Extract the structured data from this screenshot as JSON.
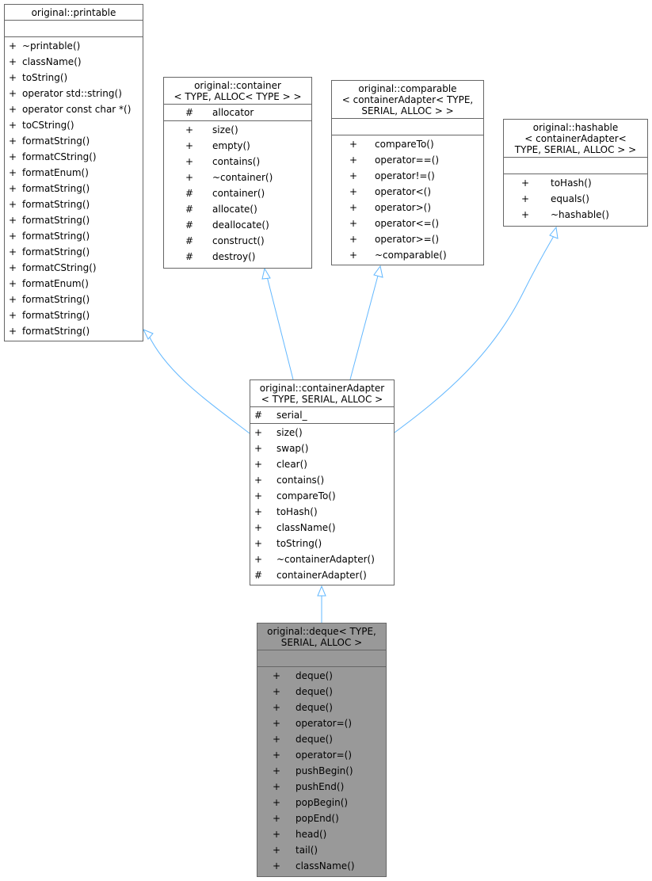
{
  "nodes": [
    {
      "id": "printable",
      "title": [
        "original::printable"
      ],
      "attributes": [],
      "methods": [
        [
          "+",
          "~printable()"
        ],
        [
          "+",
          "className()"
        ],
        [
          "+",
          "toString()"
        ],
        [
          "+",
          "operator std::string()"
        ],
        [
          "+",
          "operator const char *()"
        ],
        [
          "+",
          "toCString()"
        ],
        [
          "+",
          "formatString()"
        ],
        [
          "+",
          "formatCString()"
        ],
        [
          "+",
          "formatEnum()"
        ],
        [
          "+",
          "formatString()"
        ],
        [
          "+",
          "formatString()"
        ],
        [
          "+",
          "formatString()"
        ],
        [
          "+",
          "formatString()"
        ],
        [
          "+",
          "formatString()"
        ],
        [
          "+",
          "formatCString()"
        ],
        [
          "+",
          "formatEnum()"
        ],
        [
          "+",
          "formatString()"
        ],
        [
          "+",
          "formatString()"
        ],
        [
          "+",
          "formatString()"
        ]
      ]
    },
    {
      "id": "container",
      "title": [
        "original::container",
        "< TYPE, ALLOC< TYPE > >"
      ],
      "attributes": [
        [
          "#",
          "allocator"
        ]
      ],
      "methods": [
        [
          "+",
          "size()"
        ],
        [
          "+",
          "empty()"
        ],
        [
          "+",
          "contains()"
        ],
        [
          "+",
          "~container()"
        ],
        [
          "#",
          "container()"
        ],
        [
          "#",
          "allocate()"
        ],
        [
          "#",
          "deallocate()"
        ],
        [
          "#",
          "construct()"
        ],
        [
          "#",
          "destroy()"
        ]
      ]
    },
    {
      "id": "comparable",
      "title": [
        "original::comparable",
        "< containerAdapter< TYPE,",
        "SERIAL, ALLOC > >"
      ],
      "attributes": [],
      "methods": [
        [
          "+",
          "compareTo()"
        ],
        [
          "+",
          "operator==()"
        ],
        [
          "+",
          "operator!=()"
        ],
        [
          "+",
          "operator<()"
        ],
        [
          "+",
          "operator>()"
        ],
        [
          "+",
          "operator<=()"
        ],
        [
          "+",
          "operator>=()"
        ],
        [
          "+",
          "~comparable()"
        ]
      ]
    },
    {
      "id": "hashable",
      "title": [
        "original::hashable",
        "< containerAdapter<",
        " TYPE, SERIAL, ALLOC > >"
      ],
      "attributes": [],
      "methods": [
        [
          "+",
          "toHash()"
        ],
        [
          "+",
          "equals()"
        ],
        [
          "+",
          "~hashable()"
        ]
      ]
    },
    {
      "id": "containerAdapter",
      "title": [
        "original::containerAdapter",
        "< TYPE, SERIAL, ALLOC >"
      ],
      "attributes": [
        [
          "#",
          "serial_"
        ]
      ],
      "methods": [
        [
          "+",
          "size()"
        ],
        [
          "+",
          "swap()"
        ],
        [
          "+",
          "clear()"
        ],
        [
          "+",
          "contains()"
        ],
        [
          "+",
          "compareTo()"
        ],
        [
          "+",
          "toHash()"
        ],
        [
          "+",
          "className()"
        ],
        [
          "+",
          "toString()"
        ],
        [
          "+",
          "~containerAdapter()"
        ],
        [
          "#",
          "containerAdapter()"
        ]
      ]
    },
    {
      "id": "deque",
      "title": [
        "original::deque< TYPE,",
        "SERIAL, ALLOC >"
      ],
      "attributes": [],
      "methods": [
        [
          "+",
          "deque()"
        ],
        [
          "+",
          "deque()"
        ],
        [
          "+",
          "deque()"
        ],
        [
          "+",
          "operator=()"
        ],
        [
          "+",
          "deque()"
        ],
        [
          "+",
          "operator=()"
        ],
        [
          "+",
          "pushBegin()"
        ],
        [
          "+",
          "pushEnd()"
        ],
        [
          "+",
          "popBegin()"
        ],
        [
          "+",
          "popEnd()"
        ],
        [
          "+",
          "head()"
        ],
        [
          "+",
          "tail()"
        ],
        [
          "+",
          "className()"
        ]
      ]
    }
  ],
  "edge_color": "#63b8ff",
  "target_fill": "#999999",
  "inheritance": [
    [
      "containerAdapter",
      "printable"
    ],
    [
      "containerAdapter",
      "container"
    ],
    [
      "containerAdapter",
      "comparable"
    ],
    [
      "containerAdapter",
      "hashable"
    ],
    [
      "deque",
      "containerAdapter"
    ]
  ]
}
